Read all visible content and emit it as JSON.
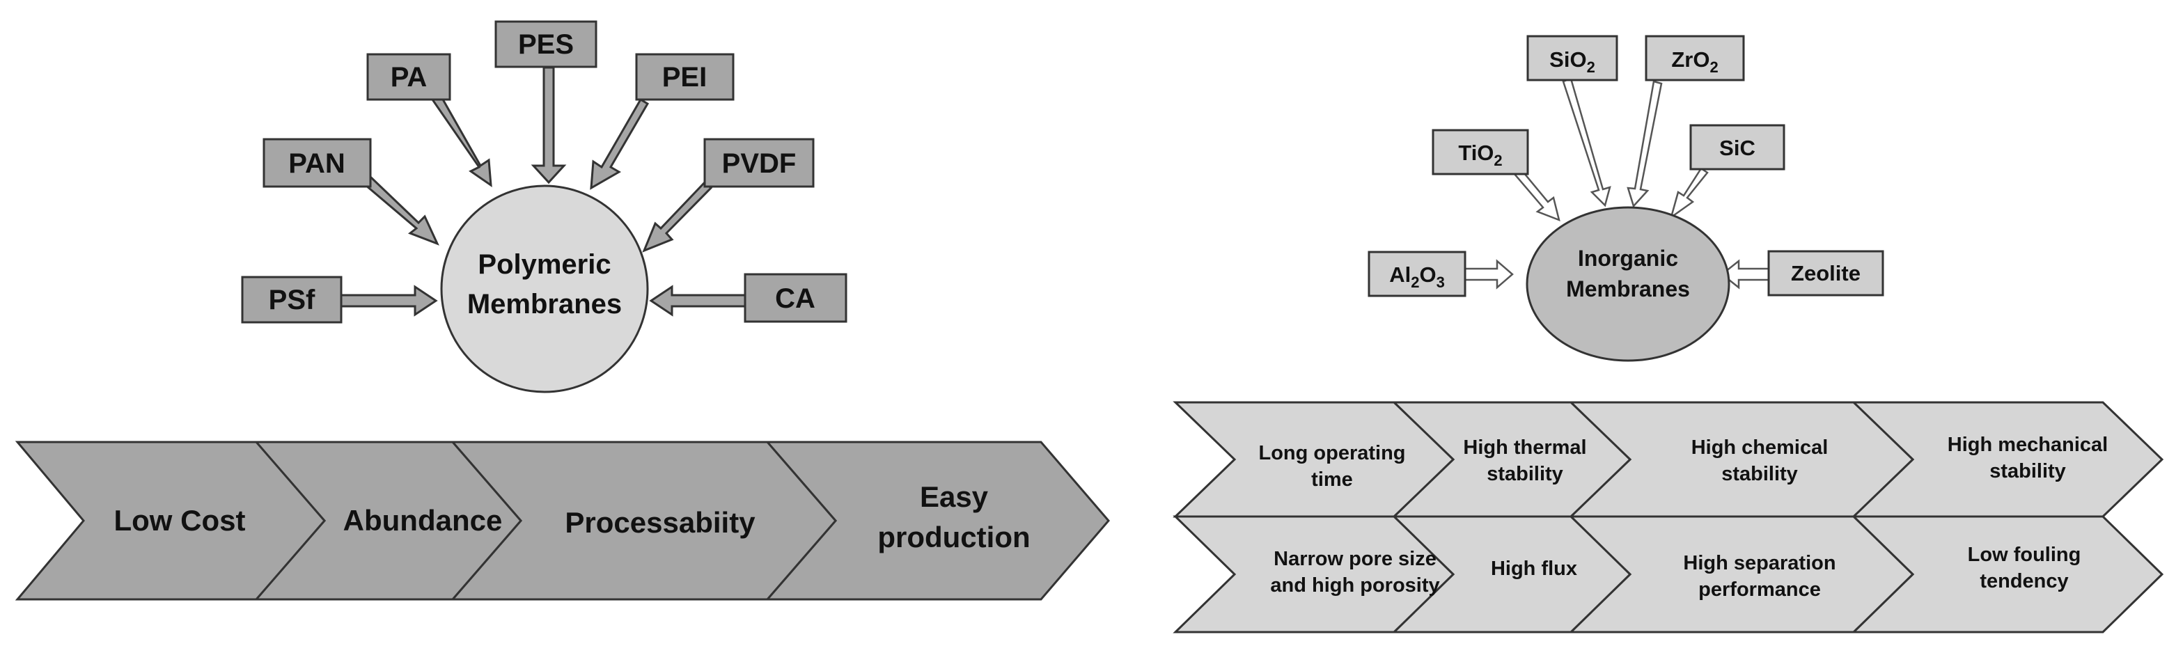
{
  "polymeric": {
    "center": {
      "line1": "Polymeric",
      "line2": "Membranes"
    },
    "materials": [
      {
        "id": "pes",
        "label": "PES"
      },
      {
        "id": "pa",
        "label": "PA"
      },
      {
        "id": "pei",
        "label": "PEI"
      },
      {
        "id": "pan",
        "label": "PAN"
      },
      {
        "id": "pvdf",
        "label": "PVDF"
      },
      {
        "id": "psf",
        "label": "PSf"
      },
      {
        "id": "ca",
        "label": "CA"
      }
    ],
    "advantages": [
      {
        "line1": "Low Cost",
        "line2": ""
      },
      {
        "line1": "Abundance",
        "line2": ""
      },
      {
        "line1": "Processabiity",
        "line2": ""
      },
      {
        "line1": "Easy",
        "line2": "production"
      }
    ]
  },
  "inorganic": {
    "center": {
      "line1": "Inorganic",
      "line2": "Membranes"
    },
    "materials": [
      {
        "id": "sio2",
        "base": "SiO",
        "sub1": "2",
        "mid": "",
        "sub2": ""
      },
      {
        "id": "zro2",
        "base": "ZrO",
        "sub1": "2",
        "mid": "",
        "sub2": ""
      },
      {
        "id": "tio2",
        "base": "TiO",
        "sub1": "2",
        "mid": "",
        "sub2": ""
      },
      {
        "id": "sic",
        "base": "SiC",
        "sub1": "",
        "mid": "",
        "sub2": ""
      },
      {
        "id": "al2o3",
        "base": "Al",
        "sub1": "2",
        "mid": "O",
        "sub2": "3"
      },
      {
        "id": "zeolite",
        "base": "Zeolite",
        "sub1": "",
        "mid": "",
        "sub2": ""
      }
    ],
    "advantages_row1": [
      {
        "line1": "Long operating",
        "line2": "time"
      },
      {
        "line1": "High thermal",
        "line2": "stability"
      },
      {
        "line1": "High chemical",
        "line2": "stability"
      },
      {
        "line1": "High mechanical",
        "line2": "stability"
      }
    ],
    "advantages_row2": [
      {
        "line1": "Narrow pore size",
        "line2": "and high porosity"
      },
      {
        "line1": "High flux",
        "line2": ""
      },
      {
        "line1": "High separation",
        "line2": "performance"
      },
      {
        "line1": "Low fouling",
        "line2": "tendency"
      }
    ]
  }
}
